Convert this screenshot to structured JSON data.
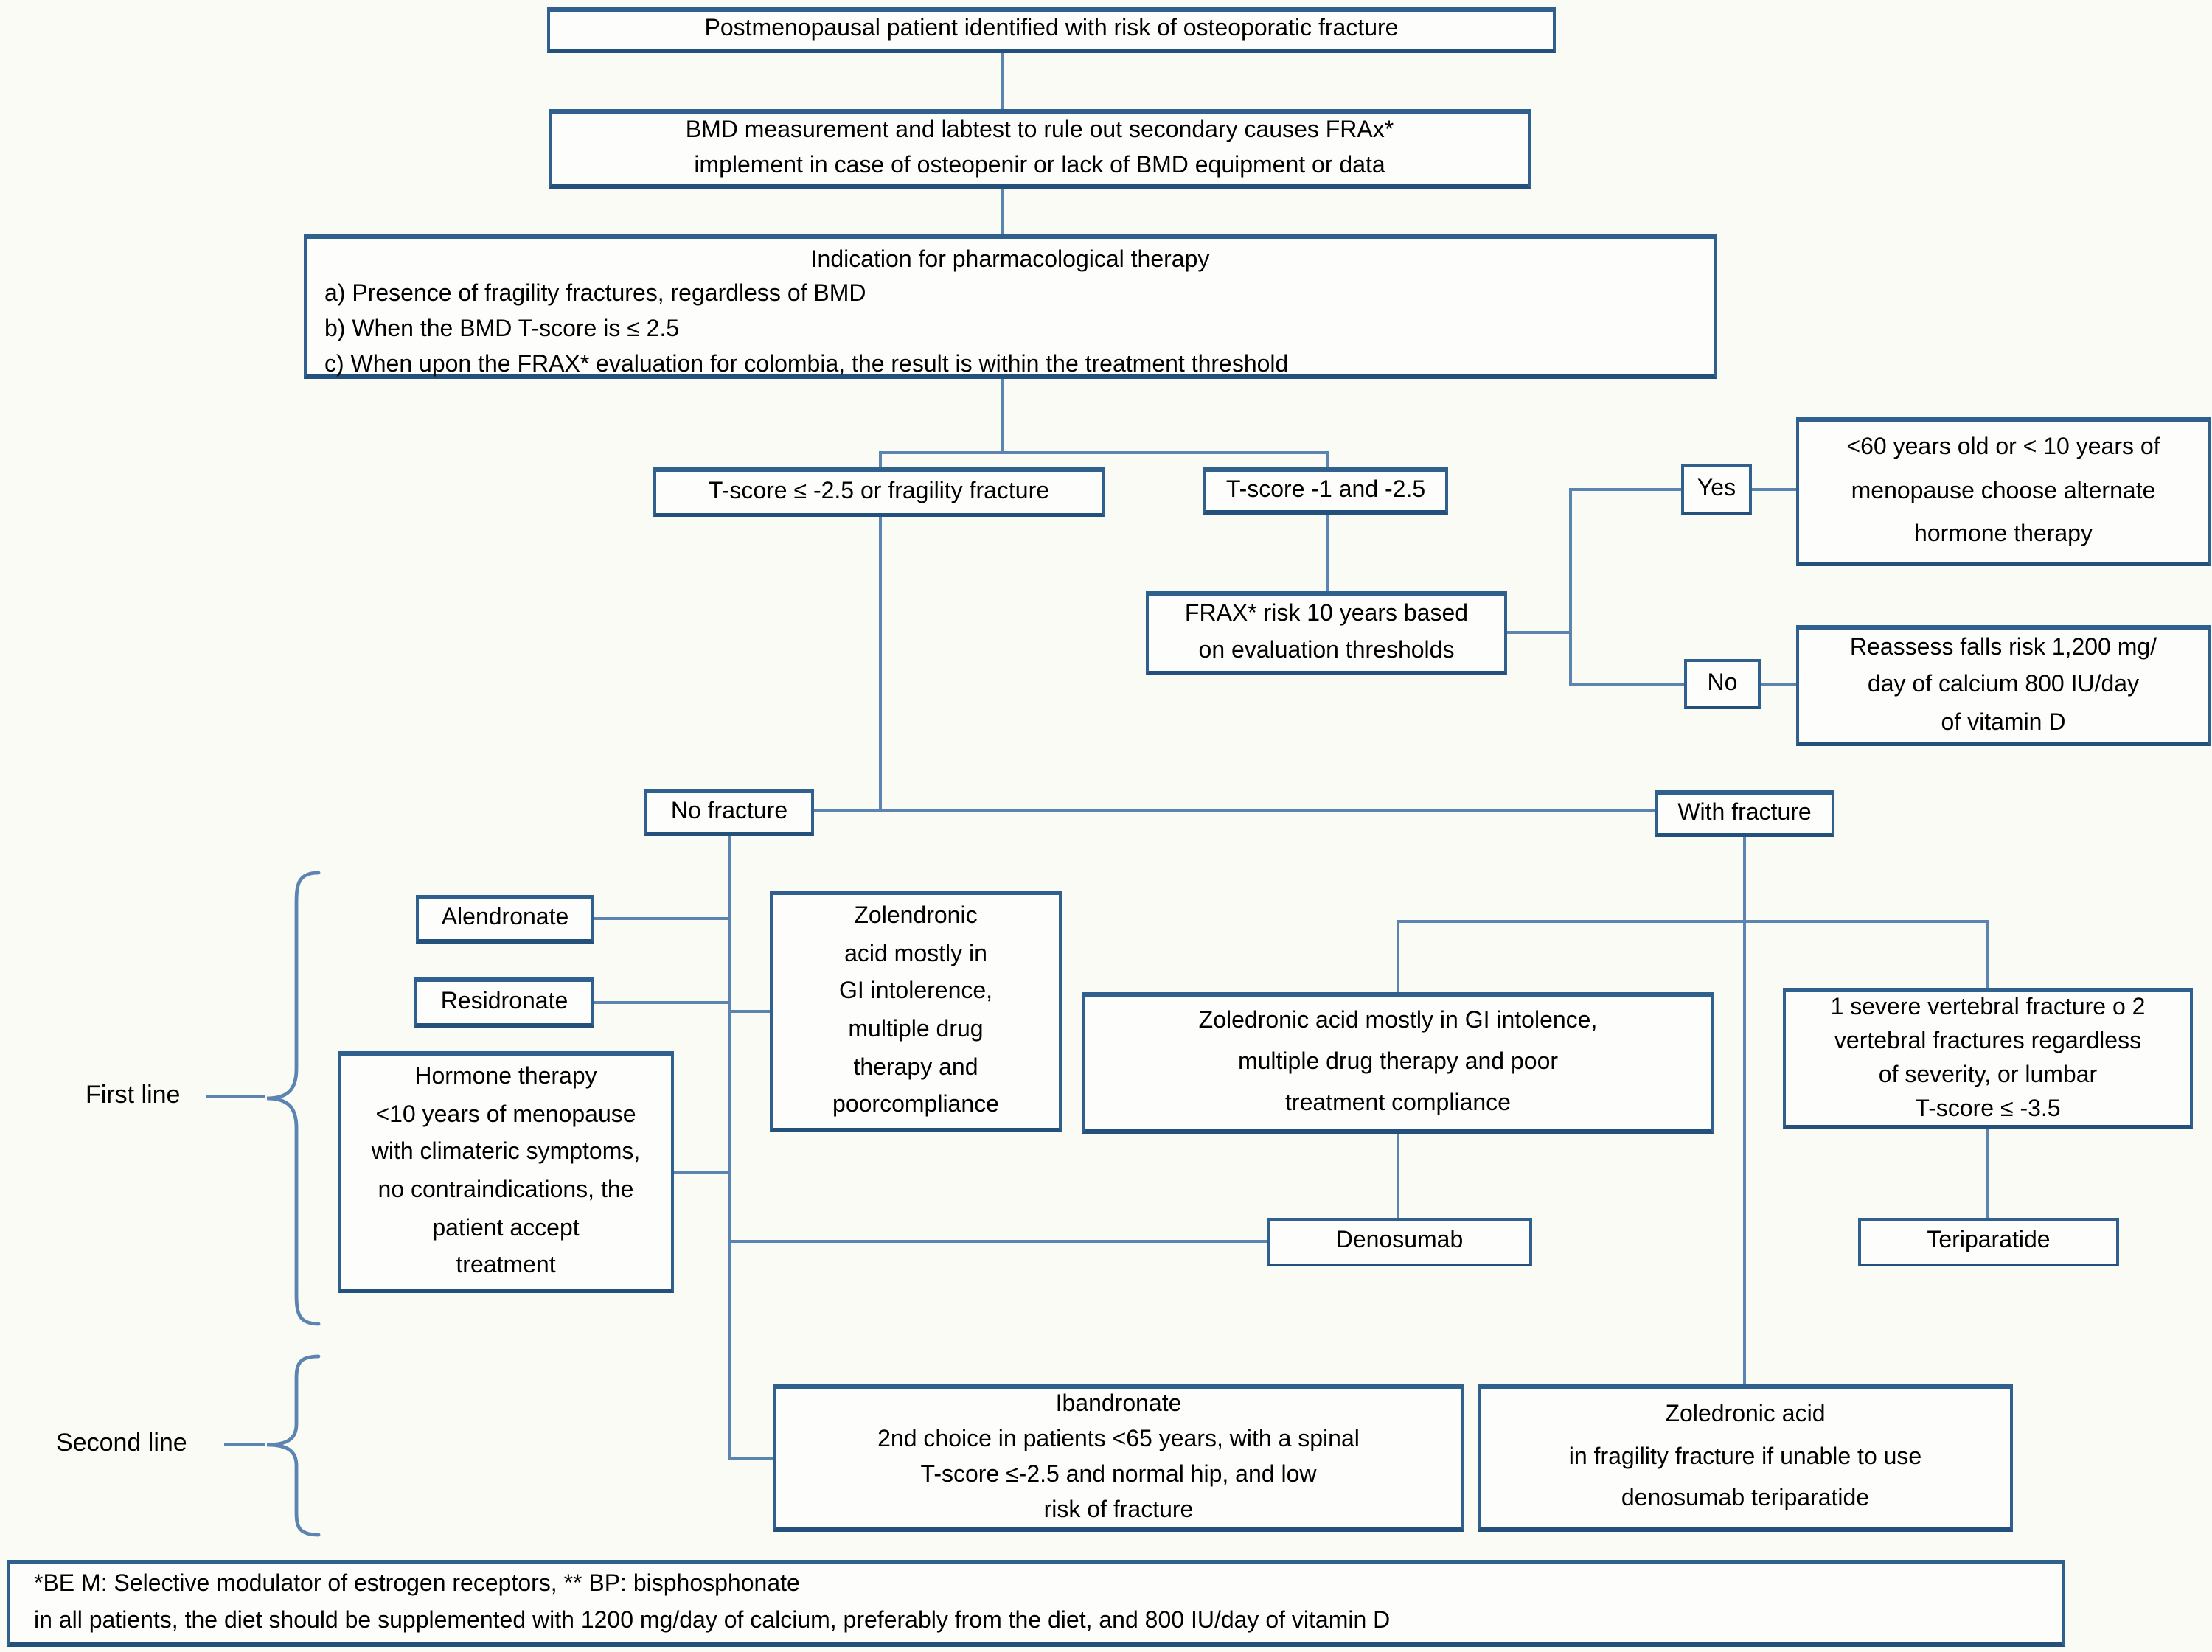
{
  "palette": {
    "box_border": "#30608e",
    "box_border_dark": "#24507c",
    "connector": "#5b84b1",
    "box_fill": "#fdfdfc",
    "background": "#fbfbf6",
    "text": "#000000"
  },
  "nodes": {
    "start": "Postmenopausal patient identified with risk of osteoporatic fracture",
    "bmd": "BMD measurement and labtest to rule out secondary causes FRAx*\nimplement in case of osteopenir or lack of BMD equipment or data",
    "indication_title": "Indication for pharmacological therapy",
    "indication_items": "a) Presence of fragility fractures, regardless of BMD\nb) When the BMD T-score is ≤ 2.5\nc) When upon the FRAX* evaluation for colombia, the result is within the treatment threshold",
    "tscore_low": "T-score ≤ -2.5 or fragility fracture",
    "tscore_mid": "T-score -1 and -2.5",
    "frax_risk": "FRAX* risk 10 years based\non evaluation thresholds",
    "yes": "Yes",
    "no": "No",
    "alternate_hormone": "<60 years old or < 10 years of\nmenopause choose alternate\nhormone therapy",
    "reassess": "Reassess falls risk 1,200 mg/\nday of calcium 800 IU/day\nof vitamin D",
    "no_fracture": "No fracture",
    "with_fracture": "With fracture",
    "alendronate": "Alendronate",
    "residronate": "Residronate",
    "hormone_therapy": "Hormone therapy\n<10 years of menopause\nwith climateric symptoms,\nno contraindications, the\npatient accept\ntreatment",
    "zolendronic_first_line": "Zolendronic\nacid mostly in\nGI intolerence,\nmultiple drug\ntherapy and\npoorcompliance",
    "zoledronic_with_fracture": "Zoledronic acid mostly in GI intolence,\nmultiple drug therapy and poor\ntreatment compliance",
    "severe_vertebral": "1 severe vertebral fracture o 2\nvertebral fractures regardless\nof severity, or lumbar\nT-score ≤ -3.5",
    "denosumab": "Denosumab",
    "teriparatide": "Teriparatide",
    "ibandronate": "Ibandronate\n2nd choice in patients <65 years, with a spinal\nT-score ≤-2.5 and normal hip, and low\nrisk of fracture",
    "zoledronic_second_line": "Zoledronic acid\nin fragility fracture if unable to use\ndenosumab teriparatide"
  },
  "labels": {
    "first_line": "First line",
    "second_line": "Second line"
  },
  "footnote": "*BE M: Selective modulator of estrogen receptors, ** BP: bisphosphonate\nin all patients, the diet should be supplemented with 1200 mg/day of calcium, preferably from the diet, and 800 IU/day of vitamin D"
}
